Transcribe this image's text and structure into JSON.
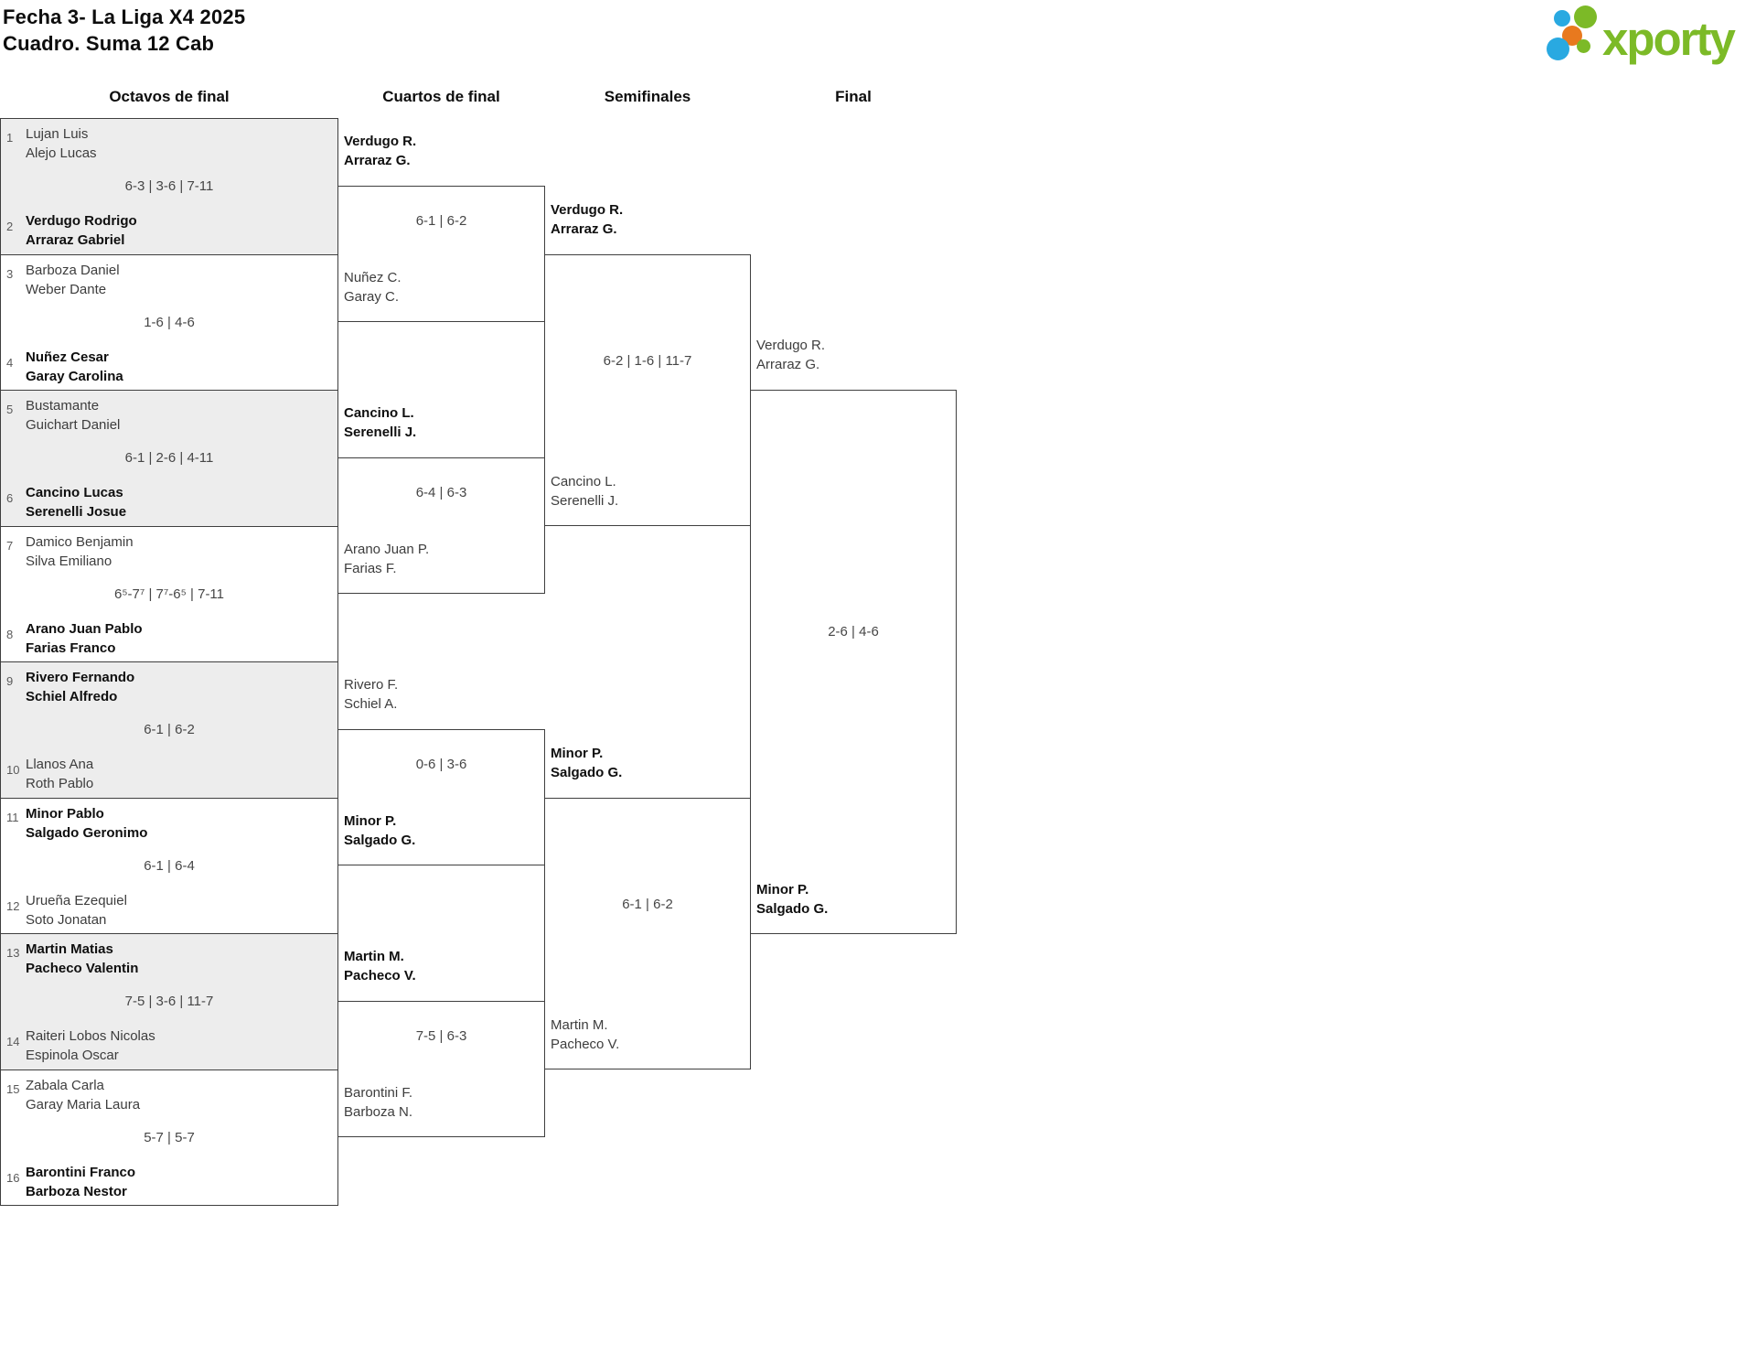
{
  "title": {
    "line1": "Fecha 3- La Liga X4 2025",
    "line2": "Cuadro. Suma 12 Cab"
  },
  "logo": {
    "text": "xporty",
    "green": "#7CBA27",
    "blue": "#29A9E1",
    "orange": "#E8791E"
  },
  "columns": [
    "Octavos de final",
    "Cuartos de final",
    "Semifinales",
    "Final"
  ],
  "colors": {
    "shaded_row": "#EDEDED",
    "line": "#3F3F3F"
  },
  "bracket": {
    "octavos": [
      {
        "seed_top": "1",
        "top": "Lujan Luis\nAlejo Lucas",
        "top_bold": false,
        "score": "6-3 | 3-6 | 7-11",
        "seed_bottom": "2",
        "bottom": "Verdugo Rodrigo\nArraraz Gabriel",
        "bottom_bold": true,
        "shaded": true
      },
      {
        "seed_top": "3",
        "top": "Barboza Daniel\nWeber Dante",
        "top_bold": false,
        "score": "1-6 | 4-6",
        "seed_bottom": "4",
        "bottom": "Nuñez Cesar\nGaray Carolina",
        "bottom_bold": true,
        "shaded": false
      },
      {
        "seed_top": "5",
        "top": "Bustamante\nGuichart Daniel",
        "top_bold": false,
        "score": "6-1 | 2-6 | 4-11",
        "seed_bottom": "6",
        "bottom": "Cancino Lucas\nSerenelli Josue",
        "bottom_bold": true,
        "shaded": true
      },
      {
        "seed_top": "7",
        "top": "Damico Benjamin\nSilva Emiliano",
        "top_bold": false,
        "score": "6⁵-7⁷ | 7⁷-6⁵ | 7-11",
        "seed_bottom": "8",
        "bottom": "Arano Juan Pablo\nFarias Franco",
        "bottom_bold": true,
        "shaded": false
      },
      {
        "seed_top": "9",
        "top": "Rivero Fernando\nSchiel Alfredo",
        "top_bold": true,
        "score": "6-1 | 6-2",
        "seed_bottom": "10",
        "bottom": "Llanos Ana\nRoth Pablo",
        "bottom_bold": false,
        "shaded": true
      },
      {
        "seed_top": "11",
        "top": "Minor Pablo\nSalgado Geronimo",
        "top_bold": true,
        "score": "6-1 | 6-4",
        "seed_bottom": "12",
        "bottom": "Urueña Ezequiel\nSoto Jonatan",
        "bottom_bold": false,
        "shaded": false
      },
      {
        "seed_top": "13",
        "top": "Martin Matias\nPacheco Valentin",
        "top_bold": true,
        "score": "7-5 | 3-6 | 11-7",
        "seed_bottom": "14",
        "bottom": "Raiteri Lobos Nicolas\nEspinola Oscar",
        "bottom_bold": false,
        "shaded": true
      },
      {
        "seed_top": "15",
        "top": "Zabala Carla\nGaray Maria Laura",
        "top_bold": false,
        "score": "5-7 | 5-7",
        "seed_bottom": "16",
        "bottom": "Barontini Franco\nBarboza Nestor",
        "bottom_bold": true,
        "shaded": false
      }
    ],
    "cuartos": [
      {
        "top": "Verdugo R.\nArraraz G.",
        "top_bold": true,
        "score": "6-1 | 6-2",
        "bottom": "Nuñez C.\nGaray C.",
        "bottom_bold": false
      },
      {
        "top": "Cancino L.\nSerenelli J.",
        "top_bold": true,
        "score": "6-4 | 6-3",
        "bottom": "Arano Juan P.\nFarias F.",
        "bottom_bold": false
      },
      {
        "top": "Rivero F.\nSchiel A.",
        "top_bold": false,
        "score": "0-6 | 3-6",
        "bottom": "Minor P.\nSalgado G.",
        "bottom_bold": true
      },
      {
        "top": "Martin M.\nPacheco V.",
        "top_bold": true,
        "score": "7-5 | 6-3",
        "bottom": "Barontini F.\nBarboza N.",
        "bottom_bold": false
      }
    ],
    "semifinales": [
      {
        "top": "Verdugo R.\nArraraz G.",
        "top_bold": true,
        "score": "6-2 | 1-6 | 11-7",
        "bottom": "Cancino L.\nSerenelli J.",
        "bottom_bold": false
      },
      {
        "top": "Minor P.\nSalgado G.",
        "top_bold": true,
        "score": "6-1 | 6-2",
        "bottom": "Martin M.\nPacheco V.",
        "bottom_bold": false
      }
    ],
    "final": {
      "top": "Verdugo R.\nArraraz G.",
      "top_bold": false,
      "score": "2-6 | 4-6",
      "bottom": "Minor P.\nSalgado G.",
      "bottom_bold": true
    }
  }
}
